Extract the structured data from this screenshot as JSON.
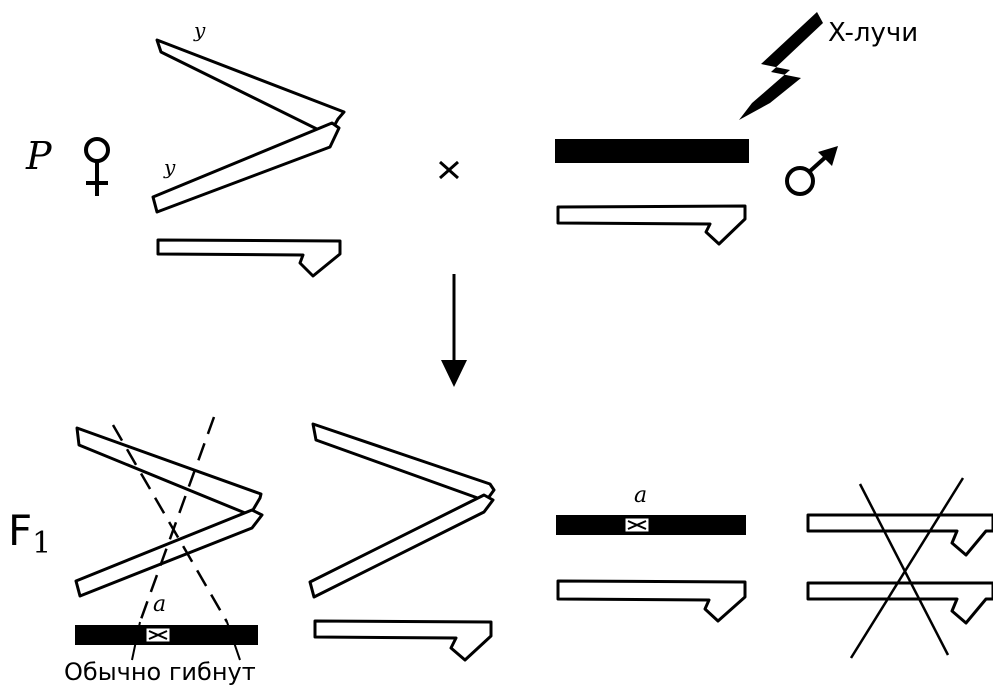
{
  "labels": {
    "xray": "X-лучи",
    "parent": "P",
    "gene_y_top": "y",
    "gene_y_bottom": "y",
    "cross": "×",
    "f1_prefix": "F",
    "f1_subscript": "1",
    "allele_a_left": "a",
    "allele_a_right": "a",
    "note": "Обычно гибнут"
  },
  "symbols": {
    "female": "female-symbol",
    "male": "male-symbol",
    "lightning": "lightning-bolt-icon"
  },
  "colors": {
    "ink": "#000000",
    "paper": "#ffffff"
  }
}
